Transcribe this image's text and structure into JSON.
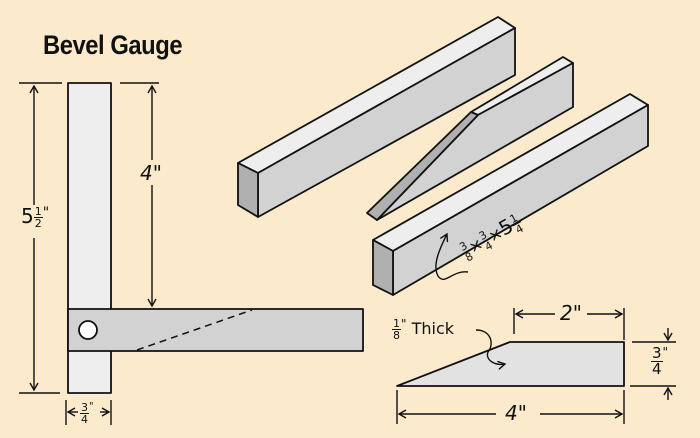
{
  "title": "Bevel Gauge",
  "colors": {
    "background": "#fbeacb",
    "wood_light": "#eeeeee",
    "wood_mid": "#d2d2d2",
    "wood_dark": "#b0b0b0",
    "line": "#111111"
  },
  "dimensions": {
    "overall_length": {
      "whole": "5",
      "num": "1",
      "den": "2",
      "unit": "\""
    },
    "handle_to_blade": {
      "text": "4\""
    },
    "handle_width": {
      "num": "3",
      "den": "4",
      "unit": "\""
    },
    "stock_size": {
      "a_num": "3",
      "a_den": "8",
      "x1": "×",
      "b_num": "3",
      "b_den": "4",
      "x2": "×",
      "c_whole": "5",
      "c_num": "1",
      "c_den": "4"
    },
    "blade_thickness": {
      "num": "1",
      "den": "8",
      "unit": "\"",
      "text": "Thick"
    },
    "blade_flat_length": {
      "text": "2\""
    },
    "blade_width": {
      "num": "3",
      "den": "4",
      "unit": "\""
    },
    "blade_length": {
      "text": "4\""
    }
  }
}
